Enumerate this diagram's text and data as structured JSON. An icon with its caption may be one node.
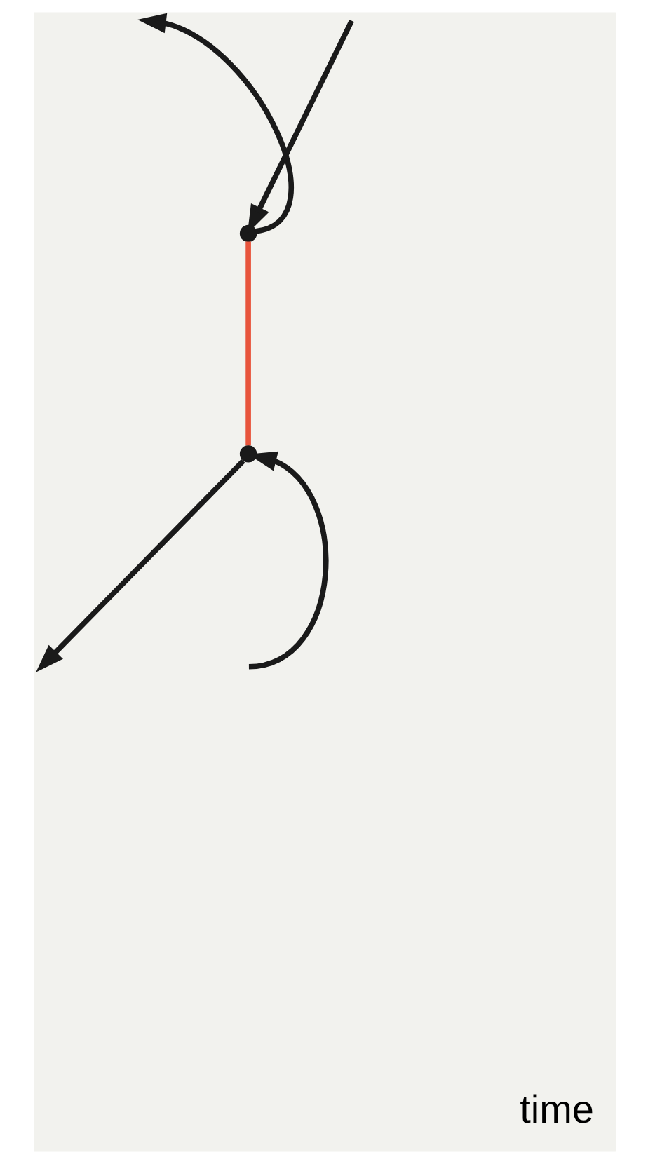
{
  "diagram": {
    "nodes": [
      {
        "text": [],
        "shape": "point"
      },
      {
        "text": [],
        "shape": "point"
      }
    ],
    "edges": [
      {
        "from": 0,
        "to": null,
        "arrow": "to"
      },
      {
        "from": null,
        "to": 0,
        "arrow": "to"
      },
      {
        "from": 0,
        "to": 1,
        "arrow": "none",
        "color": "#e8553c"
      },
      {
        "from": 1,
        "to": null,
        "arrow": "to"
      },
      {
        "from": null,
        "to": 1,
        "arrow": "to"
      }
    ],
    "labels": [
      "time"
    ]
  }
}
